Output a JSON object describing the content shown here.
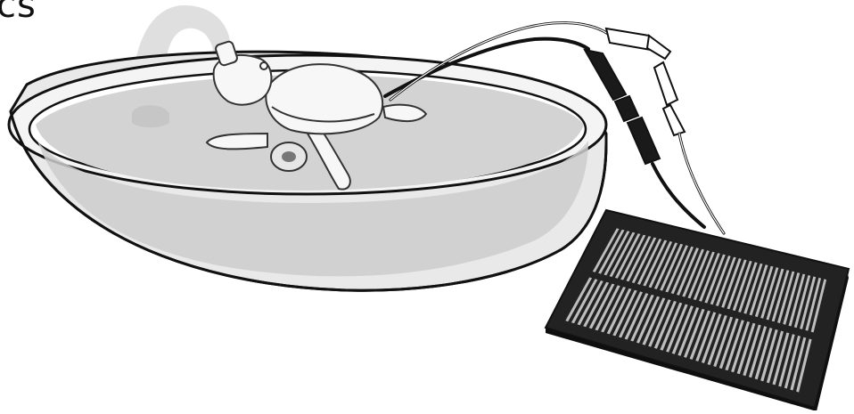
{
  "corner_text": "cs",
  "colors": {
    "outline": "#111111",
    "water": "#cfcfcf",
    "water_light": "#dedede",
    "fountain": "#d6d6d6",
    "panel": "#1f1f1f",
    "cell": "#bdbdbd",
    "clip_dark": "#1a1a1a",
    "clip_light": "#ffffff"
  },
  "icons": [
    "fountain-spray",
    "turtle-float",
    "solar-panel",
    "alligator-clip"
  ]
}
